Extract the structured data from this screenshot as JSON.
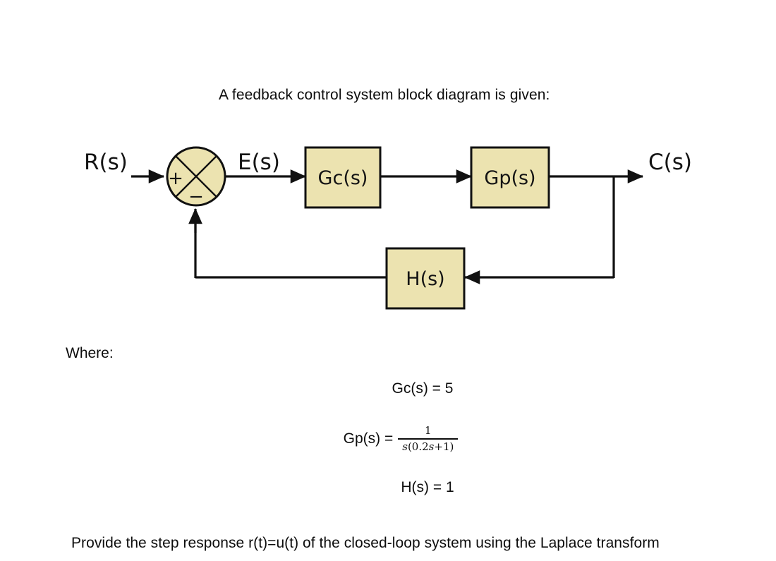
{
  "document": {
    "intro": "A feedback control system block diagram is given:",
    "where_label": "Where:",
    "closing": "Provide the step response r(t)=u(t) of the closed-loop system using the Laplace transform"
  },
  "diagram": {
    "title": "feedback-control-block-diagram",
    "colors": {
      "block_fill": "#ece3b0",
      "stroke": "#111111",
      "background": "#ffffff"
    },
    "signals": {
      "input": "R(s)",
      "error": "E(s)",
      "output": "C(s)"
    },
    "summing_junction": {
      "plus": "+",
      "minus": "−"
    },
    "blocks": [
      {
        "id": "controller",
        "label": "Gc(s)"
      },
      {
        "id": "plant",
        "label": "Gp(s)"
      },
      {
        "id": "feedback",
        "label": "H(s)"
      }
    ]
  },
  "equations": [
    {
      "id": "gc",
      "lhs": "Gc(s) = 5",
      "type": "plain"
    },
    {
      "id": "gp",
      "lhs": "Gp(s) =",
      "type": "fraction",
      "numerator": "1",
      "denominator_prefix": "s",
      "denominator_body": "(0.2",
      "denominator_var": "s",
      "denominator_suffix": "+1)"
    },
    {
      "id": "h",
      "lhs": "H(s) = 1",
      "type": "plain"
    }
  ]
}
